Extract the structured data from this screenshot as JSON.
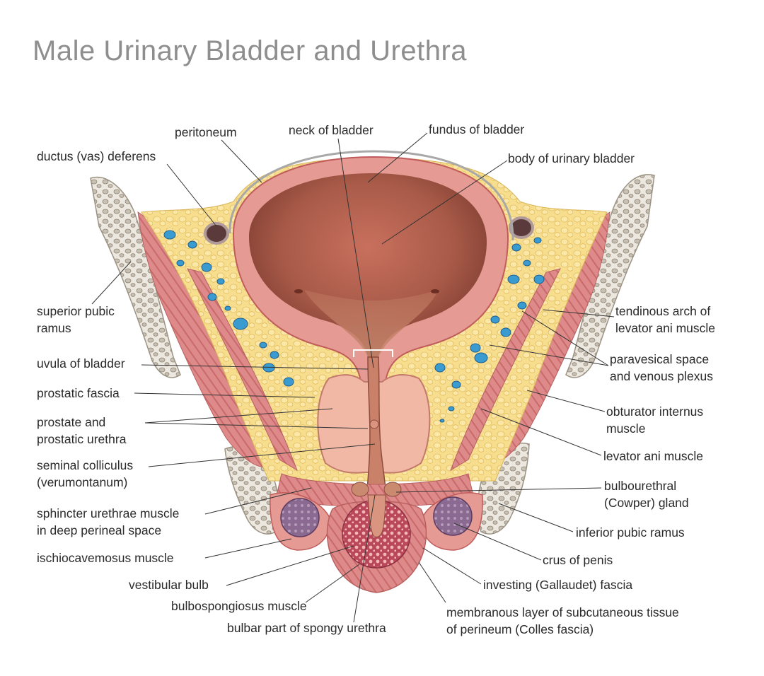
{
  "title": "Male Urinary Bladder and Urethra",
  "labels": {
    "peritoneum": "peritoneum",
    "neck_of_bladder": "neck of bladder",
    "fundus_of_bladder": "fundus of bladder",
    "body_of_urinary_bladder": "body of urinary bladder",
    "ductus_deferens": "ductus (vas) deferens",
    "superior_pubic_ramus": [
      "superior pubic",
      "ramus"
    ],
    "tendinous_arch": [
      "tendinous arch of",
      "levator ani muscle"
    ],
    "paravesical_space": [
      "paravesical space",
      "and venous plexus"
    ],
    "uvula_of_bladder": "uvula of bladder",
    "prostatic_fascia": "prostatic fascia",
    "prostate": [
      "prostate and",
      "prostatic urethra"
    ],
    "obturator_internus": [
      "obturator internus",
      "muscle"
    ],
    "levator_ani": "levator ani muscle",
    "seminal_colliculus": [
      "seminal colliculus",
      "(verumontanum)"
    ],
    "bulbourethral_gland": [
      "bulbourethral",
      "(Cowper) gland"
    ],
    "sphincter_urethrae": [
      "sphincter urethrae muscle",
      "in deep perineal space"
    ],
    "inferior_pubic_ramus": "inferior pubic ramus",
    "ischiocavernosus": "ischiocavemosus muscle",
    "crus_of_penis": "crus of penis",
    "vestibular_bulb": "vestibular bulb",
    "investing_fascia": "investing (Gallaudet) fascia",
    "bulbospongiosus": "bulbospongiosus muscle",
    "membranous_layer": [
      "membranous layer of subcutaneous tissue",
      "of perineum (Colles fascia)"
    ],
    "bulbar_urethra": "bulbar part of spongy urethra"
  }
}
